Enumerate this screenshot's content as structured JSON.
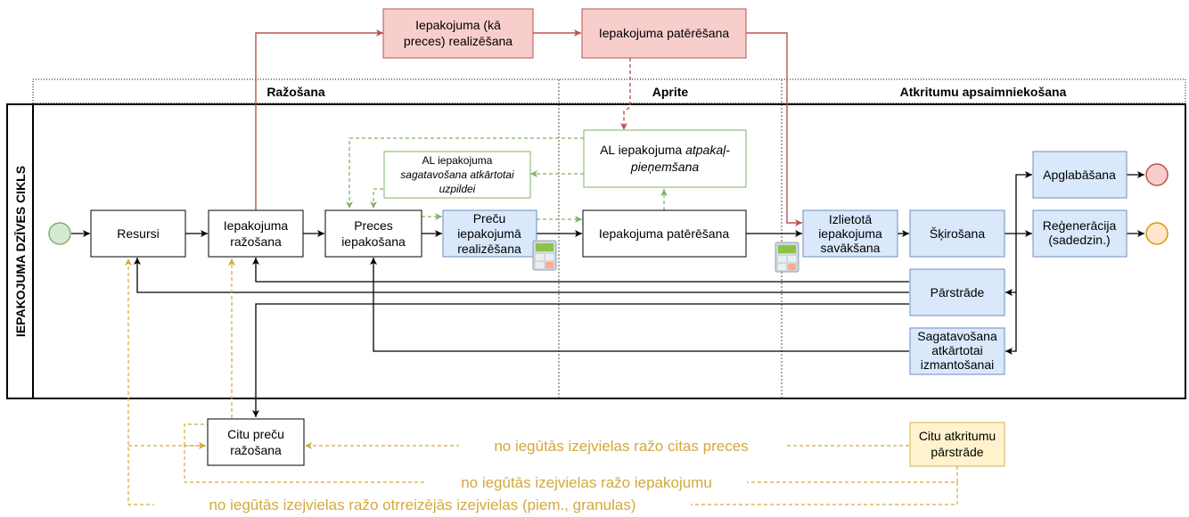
{
  "vertical_title": "IEPAKOJUMA DZĪVES CIKLS",
  "phases": {
    "production": "Ražošana",
    "circulation": "Aprite",
    "waste": "Atkritumu apsaimniekošana"
  },
  "boxes": {
    "sale_top": [
      "Iepakojuma (kā",
      "preces) realizēšana"
    ],
    "consumption_top": [
      "Iepakojuma patērēšana"
    ],
    "resources": [
      "Resursi"
    ],
    "pack_production": [
      "Iepakojuma",
      "ražošana"
    ],
    "goods_packing": [
      "Preces",
      "iepakošana"
    ],
    "goods_sale": [
      "Preču",
      "iepakojumā",
      "realizēšana"
    ],
    "consumption": [
      "Iepakojuma patērēšana"
    ],
    "reuse_prep_green": [
      "AL iepakojuma",
      "sagatavošana atkārtotai",
      "uzpildei"
    ],
    "takeback": {
      "line1_plain": "AL iepakojuma ",
      "line1_italic": "atpakaļ-",
      "line2_italic": "pieņemšana"
    },
    "collection": [
      "Izlietotā",
      "iepakojuma",
      "savākšana"
    ],
    "sorting": [
      "Šķirošana"
    ],
    "landfill": [
      "Apglabāšana"
    ],
    "regeneration": [
      "Reģenerācija",
      "(sadedzin.)"
    ],
    "recycling": [
      "Pārstrāde"
    ],
    "reuse_prep_blue": [
      "Sagatavošana",
      "atkārtotai",
      "izmantošanai"
    ],
    "other_goods": [
      "Citu preču",
      "ražošana"
    ],
    "other_waste": [
      "Citu atkritumu",
      "pārstrāde"
    ]
  },
  "annotations": {
    "other_goods": "no iegūtās izejvielas ražo citas preces",
    "packaging": "no iegūtās izejvielas ražo iepakojumu",
    "secondary": "no iegūtās izejvielas ražo otrreizējās izejvielas (piem., granulas)"
  },
  "icons": [
    "calculator-icon",
    "calculator-icon"
  ],
  "colors": {
    "red_fill": "#f8cecc",
    "red_stroke": "#b85450",
    "blue_fill": "#dae8fc",
    "blue_stroke": "#6c8ebf",
    "green_fill": "#d5e8d4",
    "green_stroke": "#82b366",
    "yellow_fill": "#fff2cc",
    "yellow_stroke": "#d6b656",
    "annotation": "#d4a93a"
  }
}
